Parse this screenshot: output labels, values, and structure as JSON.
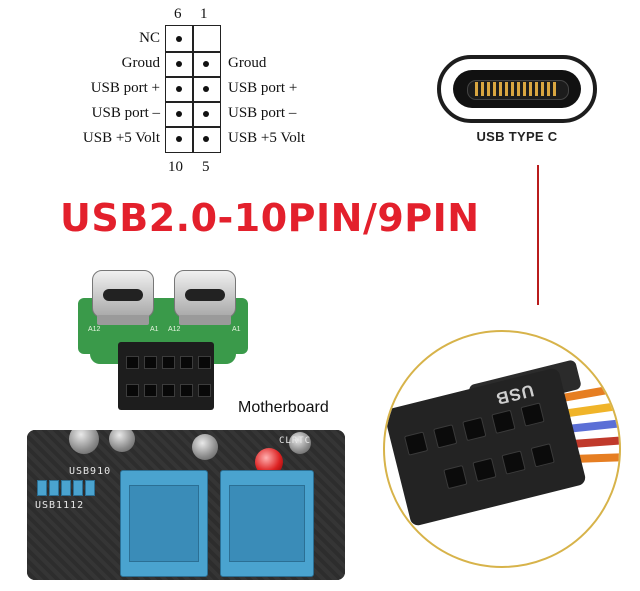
{
  "pinout": {
    "top_numbers": [
      "6",
      "1"
    ],
    "bottom_numbers": [
      "10",
      "5"
    ],
    "left_labels": [
      "NC",
      "Groud",
      "USB port +",
      "USB port –",
      "USB +5 Volt"
    ],
    "right_labels": [
      "Groud",
      "USB port +",
      "USB port –",
      "USB +5 Volt"
    ]
  },
  "title": "USB2.0-10PIN/9PIN",
  "usb_c": {
    "label": "USB TYPE C"
  },
  "adapter": {
    "silk_labels": [
      "A12",
      "A1",
      "A12",
      "A1"
    ]
  },
  "motherboard": {
    "label": "Motherboard",
    "silk_texts": [
      "USB910",
      "USB1112",
      "CLRTC"
    ]
  },
  "zoom": {
    "connector_text": "USB"
  },
  "colors": {
    "title_red": "#e3202c",
    "header_blue": "#4aa3cf",
    "pcb_green": "#3a9a4a"
  }
}
